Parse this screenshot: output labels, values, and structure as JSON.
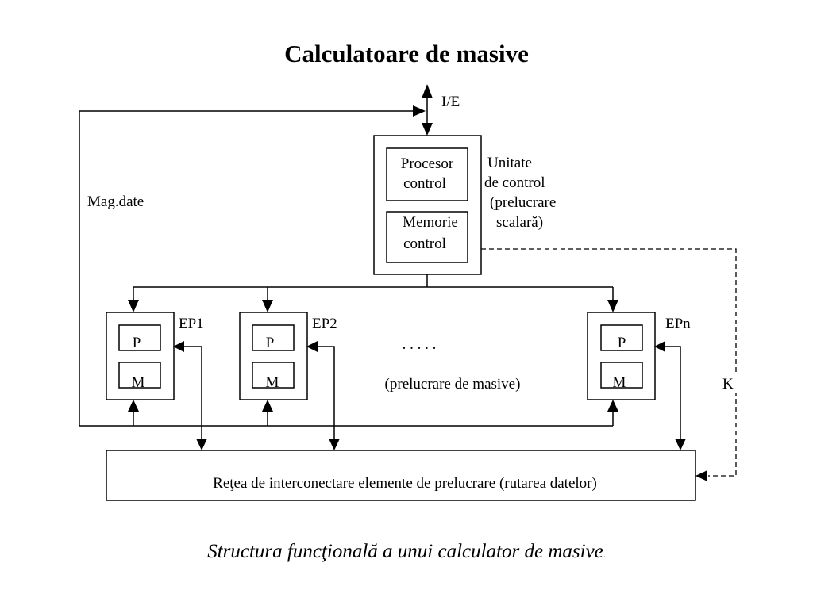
{
  "title": "Calculatoare de masive",
  "caption": {
    "text": "Structura funcţională a unui calculator de masive",
    "dot": "."
  },
  "io": {
    "label": "I/E"
  },
  "data_bus": {
    "label": "Mag.date"
  },
  "control_unit": {
    "label_lines": [
      "Unitate",
      "de control",
      "(prelucrare",
      "scalară)"
    ],
    "processor": {
      "lines": [
        "Procesor",
        "control"
      ]
    },
    "memory": {
      "lines": [
        "Memorie",
        "control"
      ]
    }
  },
  "processing_elements": [
    {
      "name": "EP1",
      "p": "P",
      "m": "M"
    },
    {
      "name": "EP2",
      "p": "P",
      "m": "M"
    },
    {
      "name": "EPn",
      "p": "P",
      "m": "M"
    }
  ],
  "ellipsis": ". . . . .",
  "array_processing_label": "(prelucrare de masive)",
  "control_link_label": "K",
  "network": {
    "label": "Reţea de interconectare elemente de prelucrare (rutarea datelor)"
  }
}
